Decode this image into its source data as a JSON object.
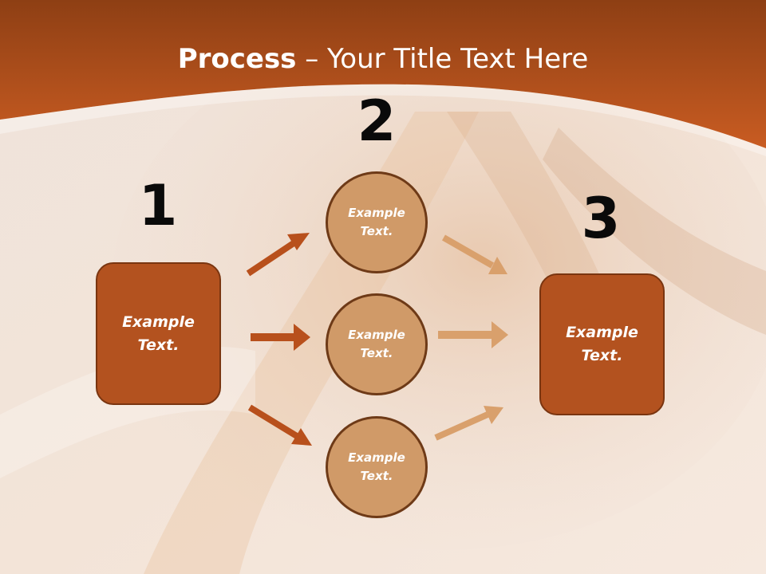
{
  "slide": {
    "title_strong": "Process",
    "title_rest": " – Your Title Text Here"
  },
  "steps": [
    {
      "number": "1",
      "label": "Example Text."
    },
    {
      "number": "2",
      "labels": [
        "Example Text.",
        "Example Text.",
        "Example Text."
      ]
    },
    {
      "number": "3",
      "label": "Example Text."
    }
  ],
  "colors": {
    "header": "#b4501c",
    "box_fill": "#b3521f",
    "circle_fill": "#d09a68",
    "arrow_dark": "#b8501c",
    "arrow_light": "#d9a06c"
  }
}
